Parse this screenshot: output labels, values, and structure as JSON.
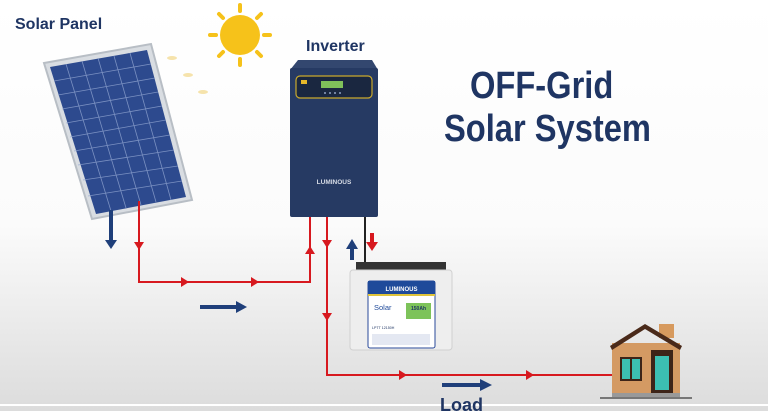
{
  "labels": {
    "solar_panel": "Solar Panel",
    "inverter": "Inverter",
    "title_line1": "OFF-Grid",
    "title_line2": "Solar System",
    "load": "Load"
  },
  "inverter": {
    "brand": "LUMINOUS"
  },
  "battery": {
    "brand": "LUMINOUS",
    "product": "Solar",
    "capacity": "150Ah",
    "model": "LPTT 12150H"
  },
  "colors": {
    "text": "#1f3563",
    "wire_red": "#d7191f",
    "arrow_blue": "#1f3f7a",
    "inverter_body": "#263a63",
    "sun": "#f6c21a"
  },
  "icons": [
    "sun-icon",
    "solar-panel-icon",
    "inverter-icon",
    "battery-icon",
    "house-icon"
  ]
}
